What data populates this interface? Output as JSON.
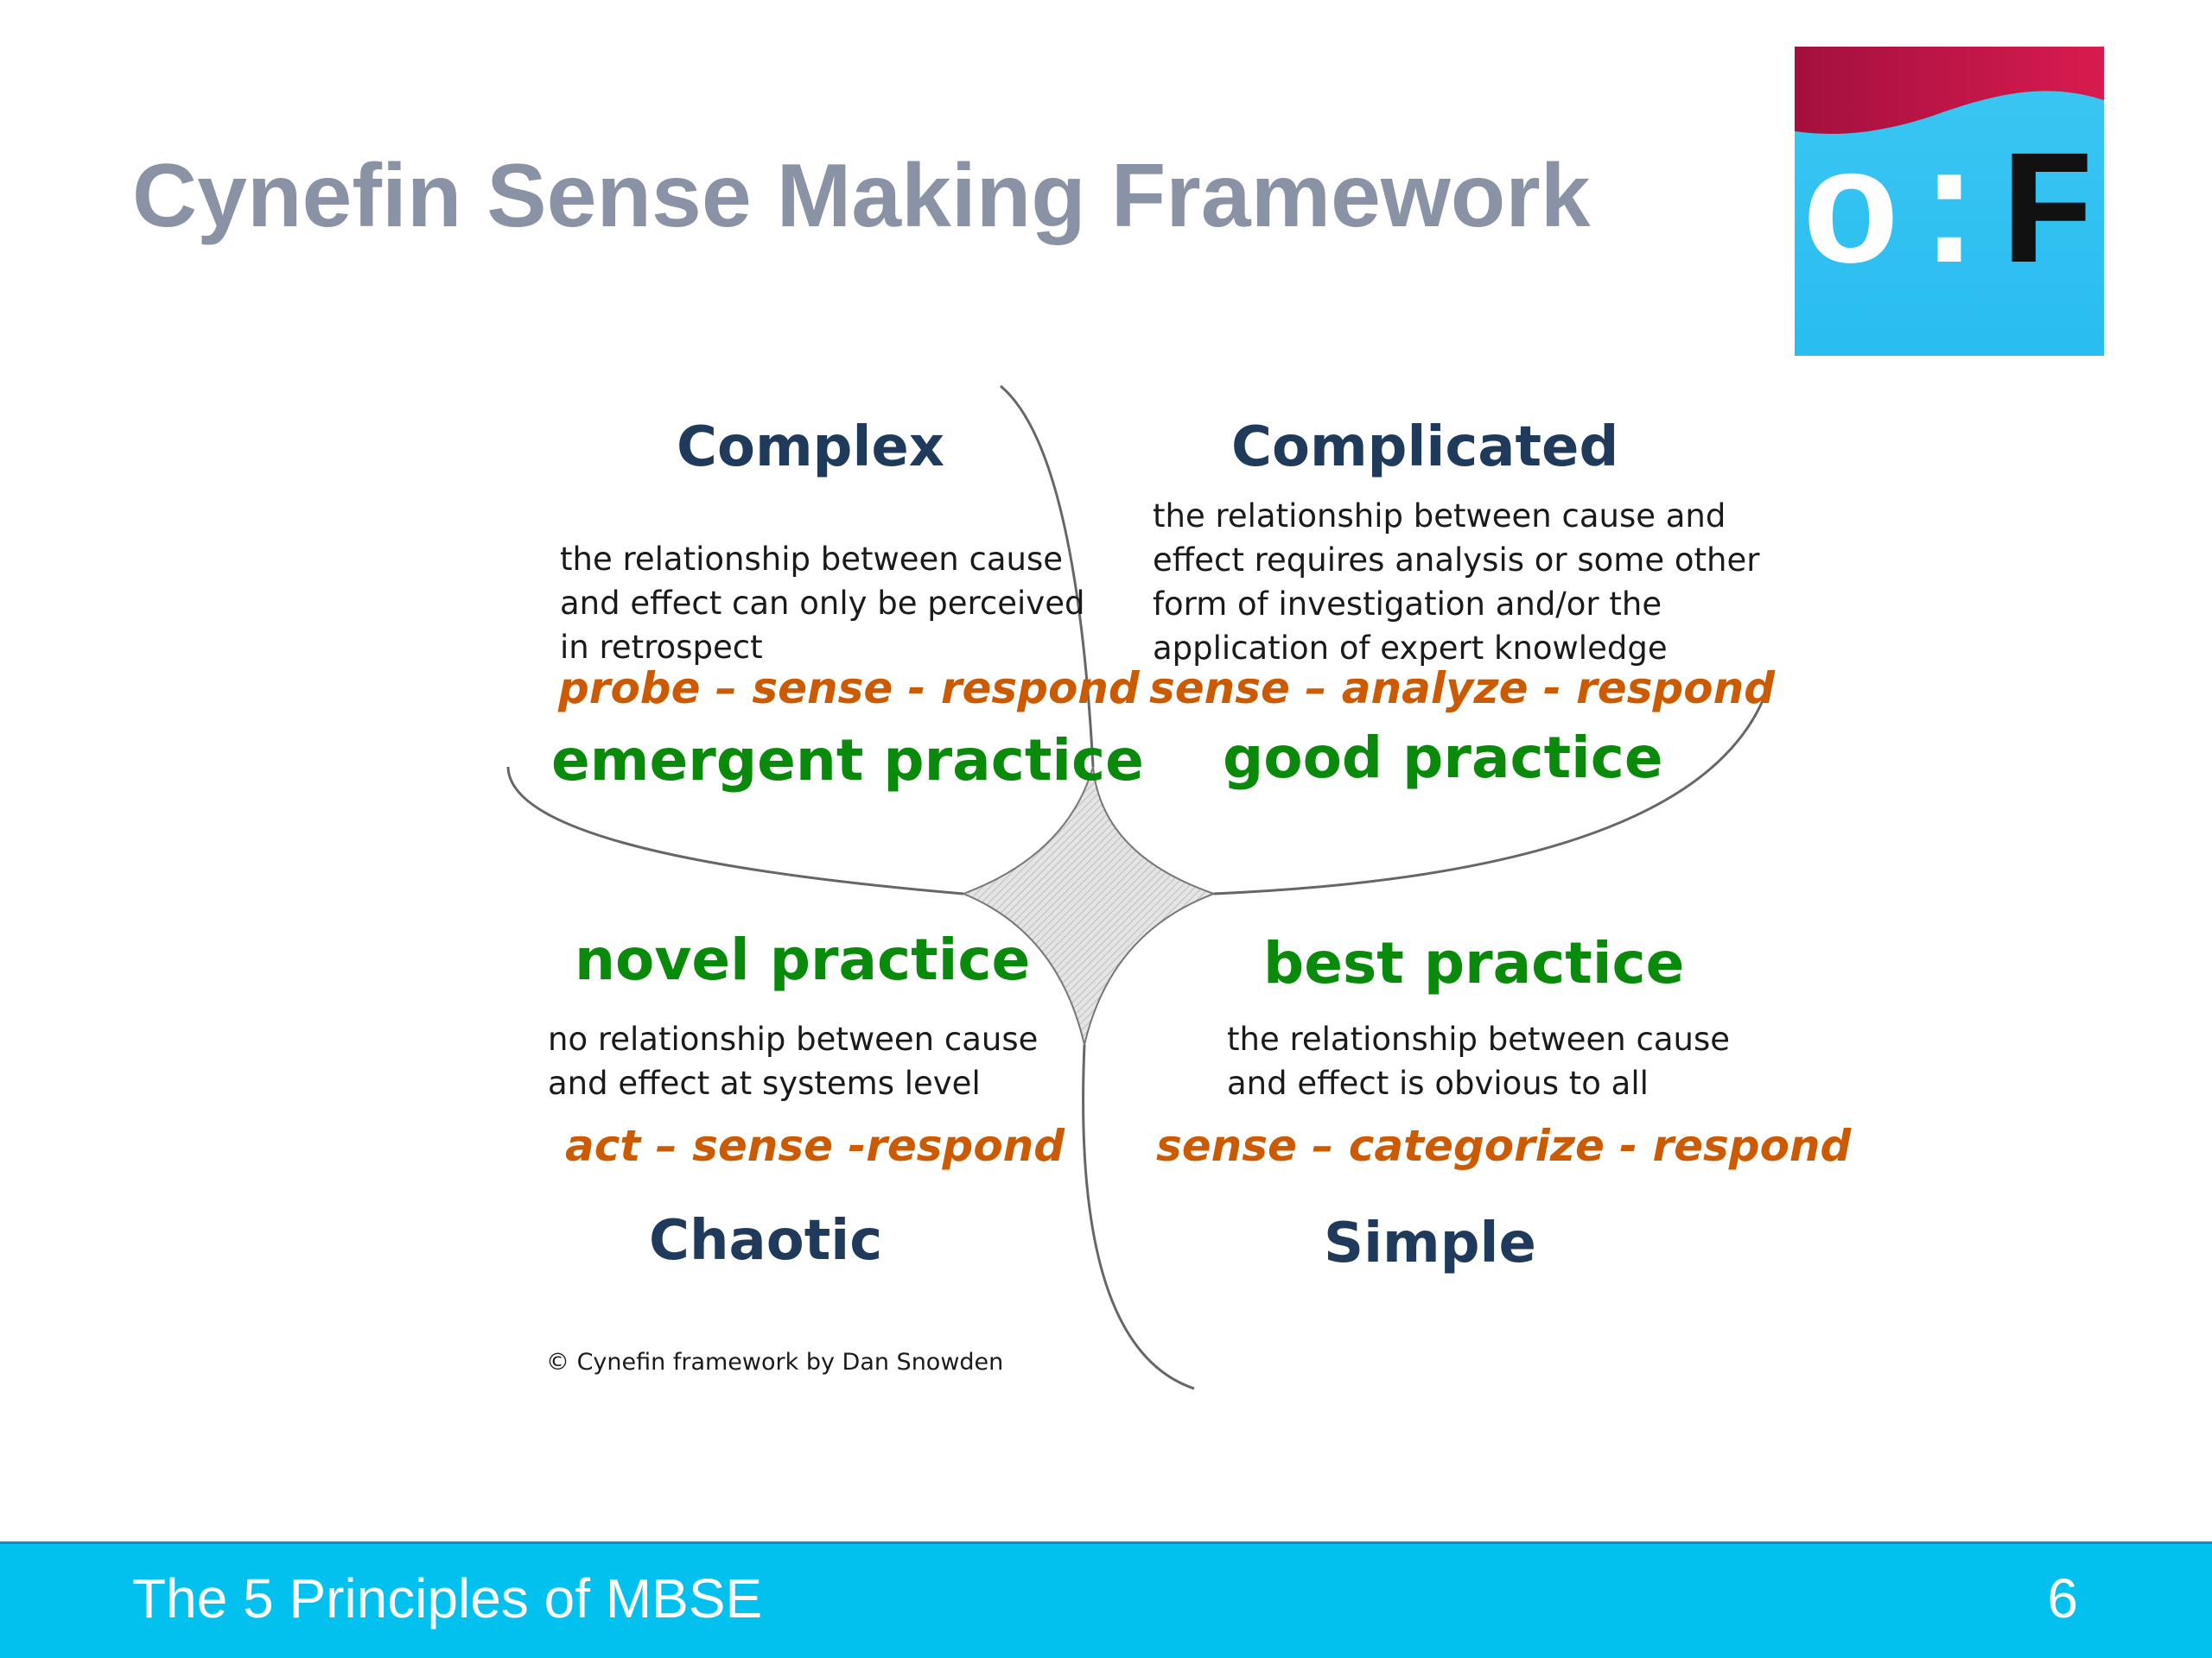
{
  "slide": {
    "title": "Cynefin Sense Making Framework"
  },
  "logo": {
    "text_o": "o:",
    "text_f": "F",
    "colors": {
      "top": "#c8184a",
      "bottom": "#2ec5f2"
    }
  },
  "diagram": {
    "quadrants": {
      "complex": {
        "domain": "Complex",
        "description": [
          "the relationship between cause",
          "and effect can only be perceived",
          "in retrospect"
        ],
        "approach": "probe – sense - respond",
        "practice": "emergent practice"
      },
      "complicated": {
        "domain": "Complicated",
        "description": [
          "the relationship between cause and",
          "effect requires analysis or some other",
          "form of investigation and/or the",
          "application of expert knowledge"
        ],
        "approach": "sense – analyze - respond",
        "practice": "good practice"
      },
      "chaotic": {
        "domain": "Chaotic",
        "description": [
          "no relationship between cause",
          "and effect at systems level"
        ],
        "approach": "act – sense -respond",
        "practice": "novel practice"
      },
      "simple": {
        "domain": "Simple",
        "description": [
          "the relationship between cause",
          "and effect is obvious to all"
        ],
        "approach": "sense – categorize - respond",
        "practice": "best practice"
      }
    },
    "copyright": "© Cynefin framework by Dan Snowden",
    "colors": {
      "domain": "#1f3a5a",
      "practice": "#0a8a0a",
      "approach": "#cc5a00",
      "center": "#d9d9d9"
    }
  },
  "footer": {
    "title": "The 5 Principles of MBSE",
    "page_number": "6",
    "color": "#02c1ee"
  }
}
